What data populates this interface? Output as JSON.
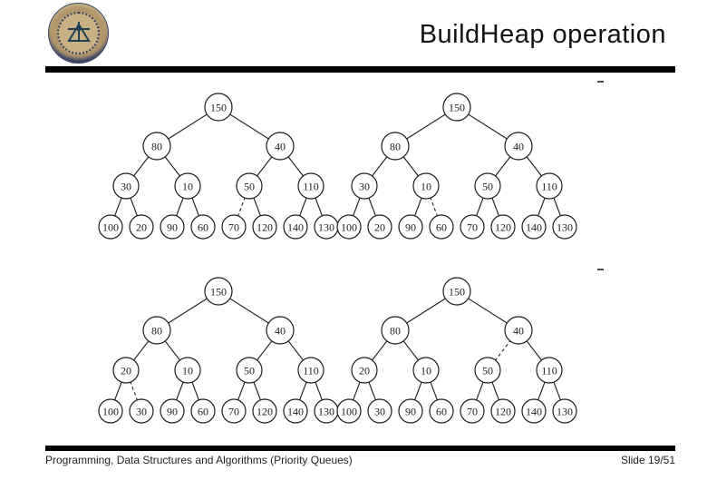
{
  "slide": {
    "title": "BuildHeap operation",
    "footer": {
      "course": "Programming, Data Structures and Algorithms  (Priority Queues)",
      "slide_number": "Slide 19/51"
    }
  },
  "logo": {
    "label": "institute-seal",
    "ring_color": "#b2976a",
    "inner_color": "#c7b184",
    "emblem_color": "#1f3f55",
    "rim_color": "#2b3a66"
  },
  "colors": {
    "divider": "#000000",
    "title_text": "#141414",
    "footer_text": "#222222",
    "tree_ink": "#1c1c1c"
  },
  "diagram": {
    "description": "Four binary-tree states of the BuildHeap operation; dashed edges mark the percolate-down path in each state",
    "trees": [
      {
        "name": "heap-state-1",
        "levels": [
          [
            "150"
          ],
          [
            "80",
            "40"
          ],
          [
            "30",
            "10",
            "50",
            "110"
          ],
          [
            "100",
            "20",
            "90",
            "60",
            "70",
            "120",
            "140",
            "130"
          ]
        ],
        "dashed_edges": [
          [
            2,
            2,
            4
          ]
        ]
      },
      {
        "name": "heap-state-2",
        "levels": [
          [
            "150"
          ],
          [
            "80",
            "40"
          ],
          [
            "30",
            "10",
            "50",
            "110"
          ],
          [
            "100",
            "20",
            "90",
            "60",
            "70",
            "120",
            "140",
            "130"
          ]
        ],
        "dashed_edges": [
          [
            2,
            1,
            3
          ]
        ]
      },
      {
        "name": "heap-state-3",
        "levels": [
          [
            "150"
          ],
          [
            "80",
            "40"
          ],
          [
            "20",
            "10",
            "50",
            "110"
          ],
          [
            "100",
            "30",
            "90",
            "60",
            "70",
            "120",
            "140",
            "130"
          ]
        ],
        "dashed_edges": [
          [
            2,
            0,
            1
          ]
        ]
      },
      {
        "name": "heap-state-4",
        "levels": [
          [
            "150"
          ],
          [
            "80",
            "40"
          ],
          [
            "20",
            "10",
            "50",
            "110"
          ],
          [
            "100",
            "30",
            "90",
            "60",
            "70",
            "120",
            "140",
            "130"
          ]
        ],
        "dashed_edges": [
          [
            1,
            1,
            2
          ]
        ]
      }
    ]
  }
}
